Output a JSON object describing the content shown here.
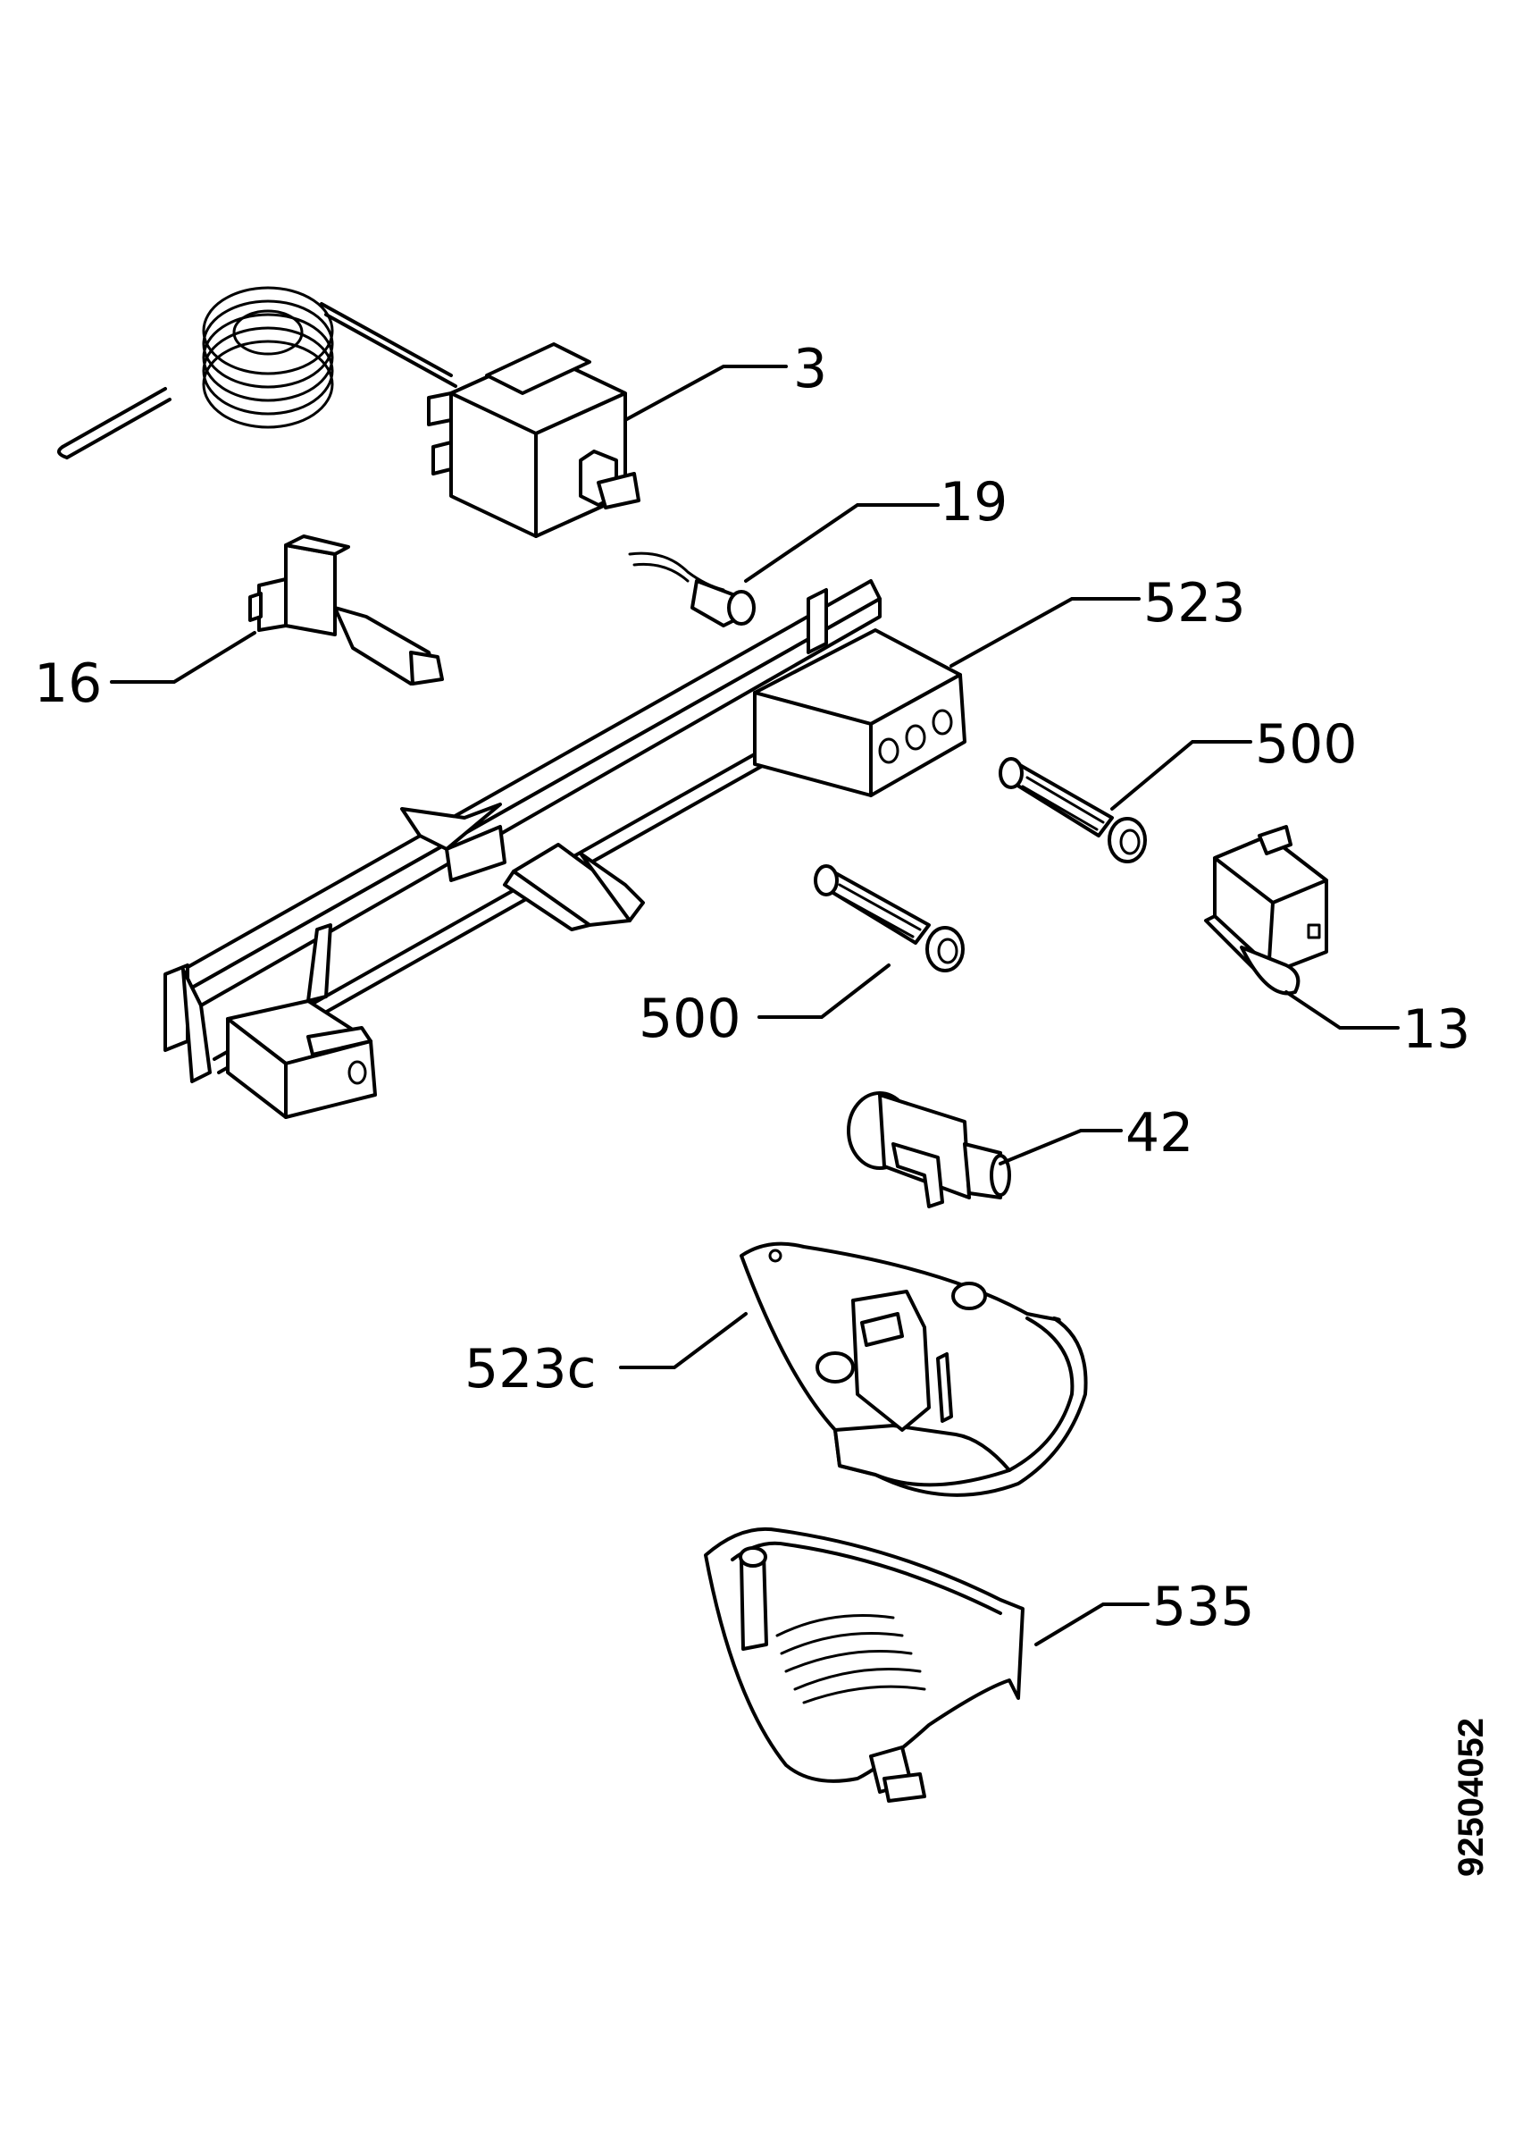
{
  "diagram": {
    "labels": {
      "p3": "3",
      "p19": "19",
      "p16": "16",
      "p523": "523",
      "p500a": "500",
      "p500b": "500",
      "p13": "13",
      "p42": "42",
      "p523c": "523c",
      "p535": "535"
    },
    "doc_number": "92504052"
  }
}
